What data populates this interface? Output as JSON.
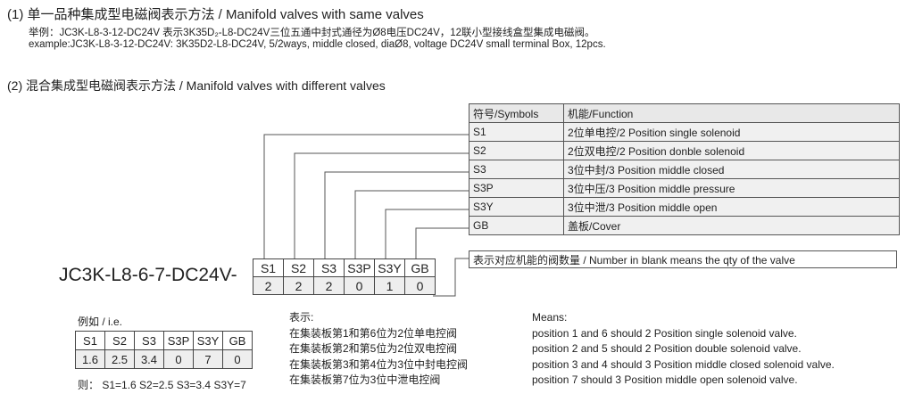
{
  "section1": {
    "title": "(1) 单一品种集成型电磁阀表示方法 / Manifold valves with same valves",
    "example_cn": "举例：JC3K-L8-3-12-DC24V 表示3K35D₂-L8-DC24V三位五通中封式通径为Ø8电压DC24V，12联小型接线盒型集成电磁阀。",
    "example_en": "example:JC3K-L8-3-12-DC24V: 3K35D2-L8-DC24V, 5/2ways, middle closed, diaØ8, voltage DC24V small terminal Box, 12pcs."
  },
  "section2": {
    "title": "(2) 混合集成型电磁阀表示方法 / Manifold valves with different valves"
  },
  "symbols_table": {
    "headers": [
      "符号/Symbols",
      "机能/Function"
    ],
    "rows": [
      {
        "symbol": "S1",
        "function": "2位单电控/2 Position single solenoid"
      },
      {
        "symbol": "S2",
        "function": "2位双电控/2 Position donble solenoid"
      },
      {
        "symbol": "S3",
        "function": "3位中封/3 Position middle closed"
      },
      {
        "symbol": "S3P",
        "function": "3位中压/3 Position middle pressure"
      },
      {
        "symbol": "S3Y",
        "function": "3位中泄/3 Position middle open"
      },
      {
        "symbol": "GB",
        "function": "盖板/Cover"
      }
    ]
  },
  "code": {
    "text": "JC3K-L8-6-7-DC24V-",
    "symbols": [
      "S1",
      "S2",
      "S3",
      "S3P",
      "S3Y",
      "GB"
    ],
    "values": [
      "2",
      "2",
      "2",
      "0",
      "1",
      "0"
    ],
    "note": "表示对应机能的阀数量 / Number in blank means the qty of the valve"
  },
  "example": {
    "label": "例如 / i.e.",
    "symbols": [
      "S1",
      "S2",
      "S3",
      "S3P",
      "S3Y",
      "GB"
    ],
    "values": [
      "1.6",
      "2.5",
      "3.4",
      "0",
      "7",
      "0"
    ],
    "result": "则：  S1=1.6  S2=2.5  S3=3.4  S3Y=7"
  },
  "indicates": {
    "label": "表示:",
    "lines": [
      "在集装板第1和第6位为2位单电控阀",
      "在集装板第2和第5位为2位双电控阀",
      "在集装板第3和第4位为3位中封电控阀",
      "在集装板第7位为3位中泄电控阀"
    ]
  },
  "means": {
    "label": "Means:",
    "lines": [
      "position 1 and 6 should 2 Position single solenoid valve.",
      "position 2 and 5 should 2 Position double solenoid valve.",
      "position 3 and 4 should 3 Position middle closed solenoid valve.",
      "position 7 should 3 Position middle open solenoid valve."
    ]
  }
}
